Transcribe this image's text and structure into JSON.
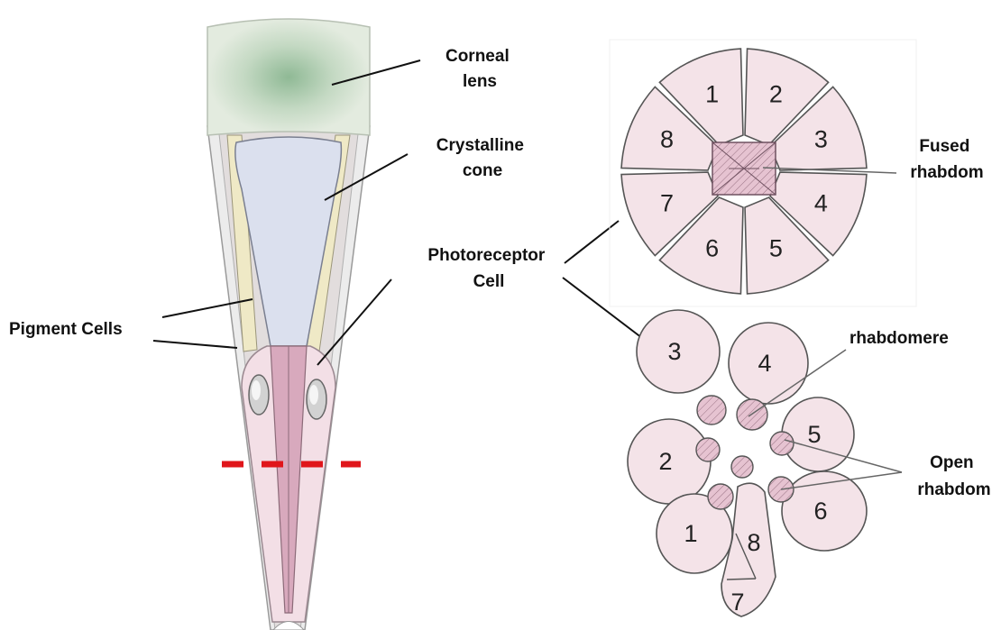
{
  "labels": {
    "corneal_lens": [
      "Corneal",
      "lens"
    ],
    "crystalline_cone": [
      "Crystalline",
      "cone"
    ],
    "photoreceptor_cell": [
      "Photoreceptor",
      "Cell"
    ],
    "pigment_cells": "Pigment Cells",
    "fused_rhabdom": [
      "Fused",
      "rhabdom"
    ],
    "rhabdomere": "rhabdomere",
    "open_rhabdom": [
      "Open",
      "rhabdom"
    ]
  },
  "fused_cells": [
    "1",
    "2",
    "3",
    "4",
    "5",
    "6",
    "7",
    "8"
  ],
  "open_cells": [
    "1",
    "2",
    "3",
    "4",
    "5",
    "6",
    "7",
    "8"
  ],
  "colors": {
    "lens": "#dde8d8",
    "lens_center": "#8fb995",
    "cone": "#dbe0ee",
    "pigment": "#efe9c6",
    "photoreceptor": "#f3dfe6",
    "rhabdom": "#d8a9bd",
    "cut_line": "#e0161b"
  }
}
